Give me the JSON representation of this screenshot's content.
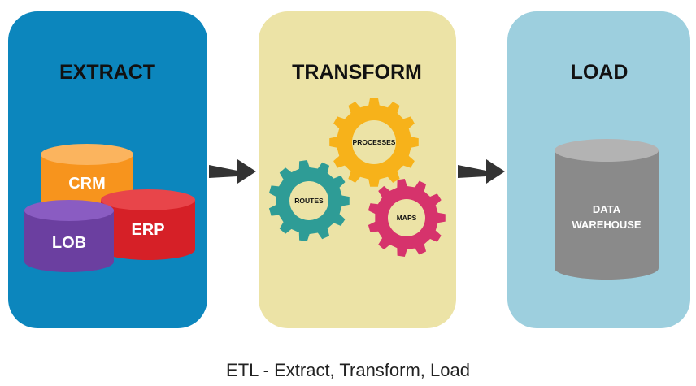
{
  "stages": {
    "extract": {
      "title": "EXTRACT",
      "color": "#0C86BD",
      "sources": [
        {
          "label": "CRM",
          "color": "#F7941D"
        },
        {
          "label": "ERP",
          "color": "#D62027"
        },
        {
          "label": "LOB",
          "color": "#6B3FA0"
        }
      ]
    },
    "transform": {
      "title": "TRANSFORM",
      "color": "#ECE3A6",
      "gears": [
        {
          "label": "PROCESSES",
          "color": "#F7B21A",
          "icon": "gear-icon"
        },
        {
          "label": "ROUTES",
          "color": "#2E9C96",
          "icon": "gear-icon"
        },
        {
          "label": "MAPS",
          "color": "#D6336C",
          "icon": "gear-icon"
        }
      ]
    },
    "load": {
      "title": "LOAD",
      "color": "#9DCFDE",
      "target": {
        "label_line1": "DATA",
        "label_line2": "WAREHOUSE",
        "color": "#8A8A8A"
      }
    }
  },
  "arrows": {
    "color": "#333333",
    "icon": "arrow-right-icon"
  },
  "caption": "ETL - Extract, Transform, Load"
}
